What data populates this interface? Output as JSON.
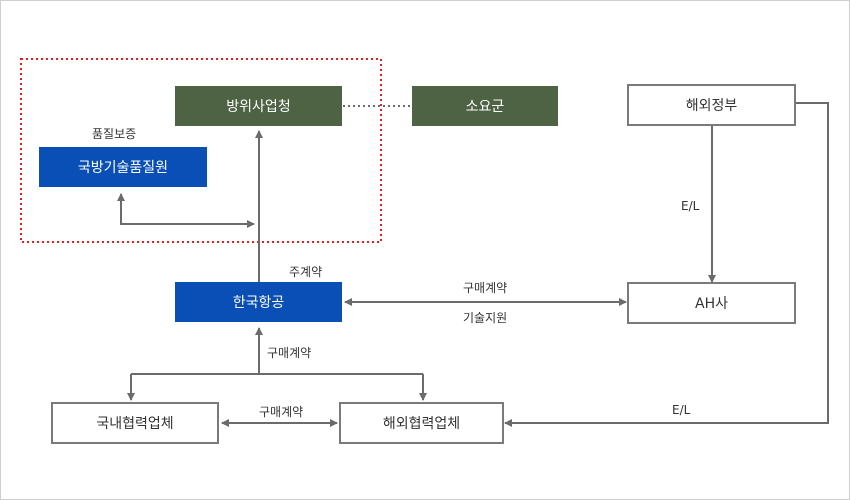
{
  "nodes": {
    "defense_company": "방위사업청",
    "military_user": "소요군",
    "foreign_gov": "해외정부",
    "dtaq": "국방기술품질원",
    "kai": "한국항공",
    "ah": "AH사",
    "domestic_partner": "국내협력업체",
    "overseas_partner": "해외협력업체"
  },
  "labels": {
    "quality_assurance": "품질보증",
    "main_contract": "주계약",
    "purchase_contract_ah": "구매계약",
    "tech_support": "기술지원",
    "purchase_contract_down": "구매계약",
    "purchase_contract_partners": "구매계약",
    "el_vertical": "E/L",
    "el_bottom": "E/L"
  },
  "colors": {
    "green": "#4e6244",
    "blue": "#0a4fb5",
    "border_gray": "#7a7a7a",
    "line_gray": "#6b6b6b",
    "dotted_red": "#e02020"
  }
}
